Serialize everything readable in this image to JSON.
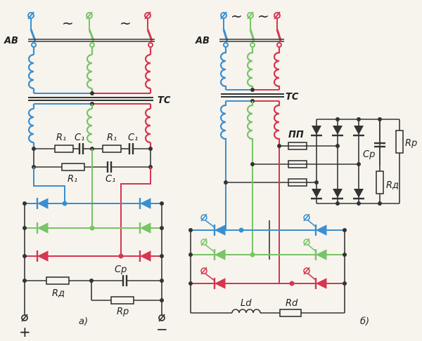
{
  "labels": {
    "av": "АВ",
    "ts": "ТС",
    "pp": "ПП",
    "r1": "R₁",
    "c1": "C₁",
    "cp": "Cр",
    "rp": "Rр",
    "rd": "Rд",
    "ld": "Ld",
    "rd2": "Rd",
    "caption_a": "а)",
    "caption_b": "б)",
    "plus": "+",
    "minus": "−",
    "tilde": "~",
    "phase": "Ø"
  },
  "colors": {
    "phase_a": "#3a8fcf",
    "phase_b": "#78c466",
    "phase_c": "#d6364f",
    "wire": "#333333"
  }
}
